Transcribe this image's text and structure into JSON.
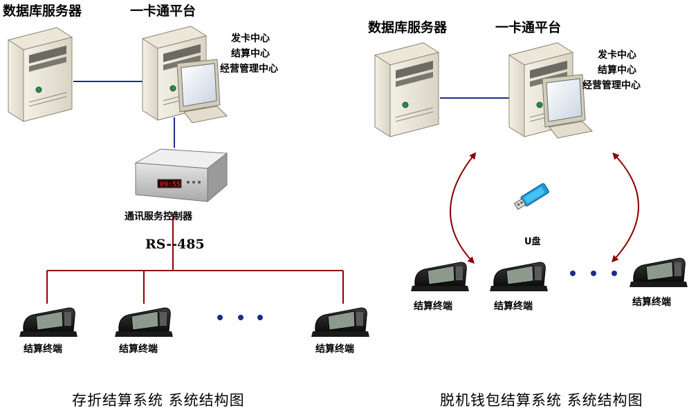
{
  "left": {
    "db_server_label": "数据库服务器",
    "platform_label": "一卡通平台",
    "centers": [
      "发卡中心",
      "结算中心",
      "经营管理中心"
    ],
    "controller_label": "通讯服务控制器",
    "controller_display": "09:55",
    "bus_label": "RS--485",
    "terminal_labels": [
      "结算终端",
      "结算终端",
      "结算终端"
    ],
    "caption": "存折结算系统 系统结构图"
  },
  "right": {
    "db_server_label": "数据库服务器",
    "platform_label": "一卡通平台",
    "centers": [
      "发卡中心",
      "结算中心",
      "经营管理中心"
    ],
    "usb_label": "U盘",
    "terminal_labels": [
      "结算终端",
      "结算终端",
      "结算终端"
    ],
    "caption": "脱机钱包结算系统 系统结构图"
  },
  "colors": {
    "network_line": "#1f2a8a",
    "bus_line": "#8b0000",
    "sync_arrow": "#8b0000",
    "dots": "#1f2a8a"
  },
  "icons": [
    "server-tower-icon",
    "workstation-monitor-icon",
    "controller-box-icon",
    "card-terminal-icon",
    "usb-drive-icon"
  ]
}
